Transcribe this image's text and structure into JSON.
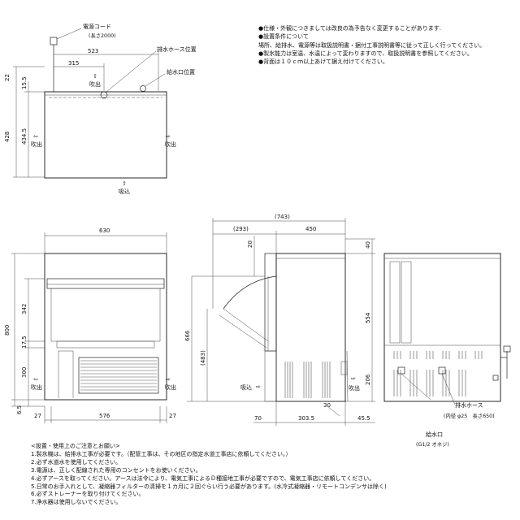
{
  "notes": [
    "●仕様・外観につきましては改良の為予告なく変更することがあります.",
    "●設置条件について",
    "場所、給排水、電源等は取扱説明書・据付工事説明書等に従って正しく行ってください。",
    "●製氷能力は室温、水温によって変わりますので、取扱説明書を参照してください。",
    "●背面は１０ｃｍ以上あけて据え付けてください。"
  ],
  "top_view": {
    "power_cord_label": "電源コード",
    "power_cord_length": "(長さ2000)",
    "drain_label": "排水ホース位置",
    "water_supply_label": "給水口位置",
    "dim_523": "523",
    "dim_315": "315",
    "dim_22": "22",
    "dim_15_5": "15.5",
    "dim_428": "428",
    "dim_434_5": "434.5",
    "blow_top": "吹出",
    "blow_left": "吹出",
    "blow_right": "吹出",
    "intake_bottom": "吸込",
    "arrow_up": "⇧",
    "arrow_left": "⇦",
    "arrow_right": "⇨"
  },
  "front_view": {
    "dim_630": "630",
    "dim_800": "800",
    "dim_342": "342",
    "dim_17_5": "17.5",
    "dim_300": "300",
    "dim_6_5": "6.5",
    "dim_27_left": "27",
    "dim_576": "576",
    "dim_27_right": "27",
    "blow_left": "吹出",
    "blow_right": "吹出",
    "arrow_left": "⇦",
    "arrow_right": "⇨"
  },
  "side_view": {
    "dim_743": "(743)",
    "dim_293": "(293)",
    "dim_450": "450",
    "dim_20": "20",
    "dim_40": "40",
    "dim_554": "554",
    "dim_666": "666",
    "dim_483": "(483)",
    "dim_206": "206",
    "dim_70": "70",
    "dim_303_5": "303.5",
    "dim_30": "30",
    "dim_45_5": "45.5",
    "intake_label": "吸込",
    "blow_label": "吹出"
  },
  "rear_view": {
    "drain_hose_label": "排水ホース",
    "drain_hose_spec": "(内径 φ25　長さ650)",
    "water_inlet_label": "給水口",
    "water_inlet_spec": "(G1/2 オネジ)"
  },
  "usage_notes": {
    "title": "<設置・使用上のご注意とお願い>",
    "items": [
      "1.製氷機は、給排水工事が必要です。（配管工事は、その地区の指定水道工事店に依頼してください。）",
      "2.必ず水道水を使用してください。",
      "3.電源は、正しく配線された専用のコンセントをお使いください。",
      "4.必ずアースを取ってください。アースは法令により、電気工事によるＤ種接地工事が必要ですので、電気工事店に依頼してください。",
      "5.日常のお手入れとして、凝縮器フィルターの清掃を１カ月に２回ぐらい行う必要があります。(水冷式凝縮器・リモートコンデンサは除く)",
      "6.必ずストレーナーを取り付けてください。",
      "7.浄水器は使用しないでください。"
    ]
  }
}
